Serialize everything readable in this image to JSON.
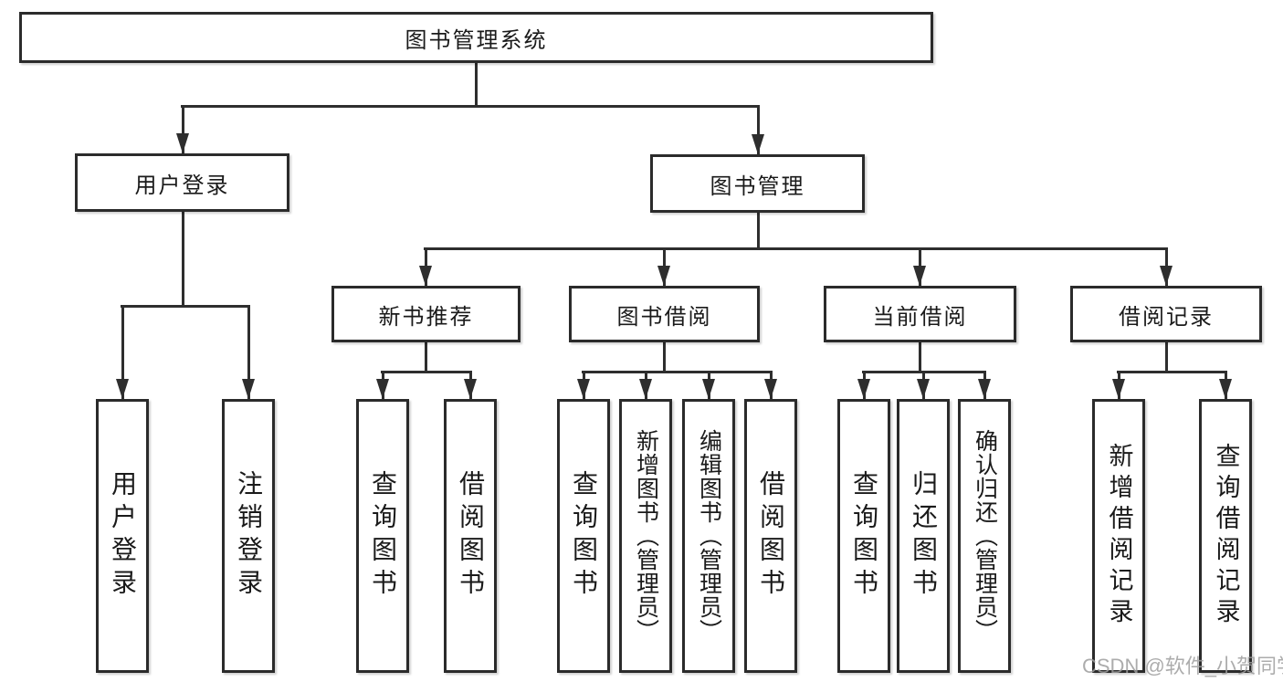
{
  "diagram": {
    "nodes": {
      "root": "图书管理系统",
      "login_branch": "用户登录",
      "book_mgmt": "图书管理",
      "new_book_rec": "新书推荐",
      "book_borrow": "图书借阅",
      "current_borrow": "当前借阅",
      "borrow_record": "借阅记录",
      "user_login": "用户登录",
      "logout": "注销登录",
      "nb_query": "查询图书",
      "nb_borrow": "借阅图书",
      "bb_query": "查询图书",
      "bb_add": "新增图书（管理员）",
      "bb_edit": "编辑图书（管理员）",
      "bb_borrow": "借阅图书",
      "cb_query": "查询图书",
      "cb_return": "归还图书",
      "cb_confirm": "确认归还（管理员）",
      "br_add": "新增借阅记录",
      "br_query": "查询借阅记录"
    },
    "colors": {
      "line": "#2e2e2e",
      "box_border": "#2b2b2b",
      "text": "#1a1a1a",
      "watermark": "#9e9e9e"
    }
  },
  "watermark": "CSDN @软件_小贺同学"
}
